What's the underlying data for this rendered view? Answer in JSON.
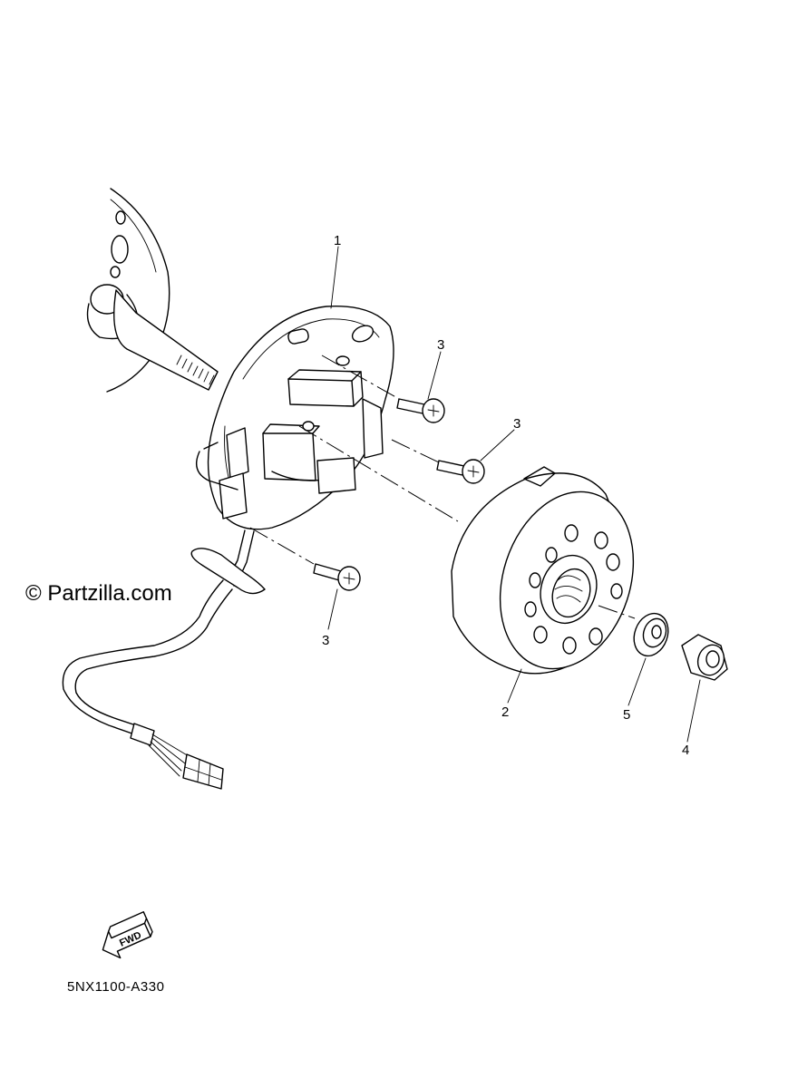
{
  "watermark": "© Partzilla.com",
  "part_code": "5NX1100-A330",
  "fwd_label": "FWD",
  "callouts": [
    {
      "id": "stator",
      "number": "1"
    },
    {
      "id": "rotor",
      "number": "2"
    },
    {
      "id": "screw-a",
      "number": "3"
    },
    {
      "id": "screw-b",
      "number": "3"
    },
    {
      "id": "screw-c",
      "number": "3"
    },
    {
      "id": "nut",
      "number": "4"
    },
    {
      "id": "washer",
      "number": "5"
    }
  ]
}
